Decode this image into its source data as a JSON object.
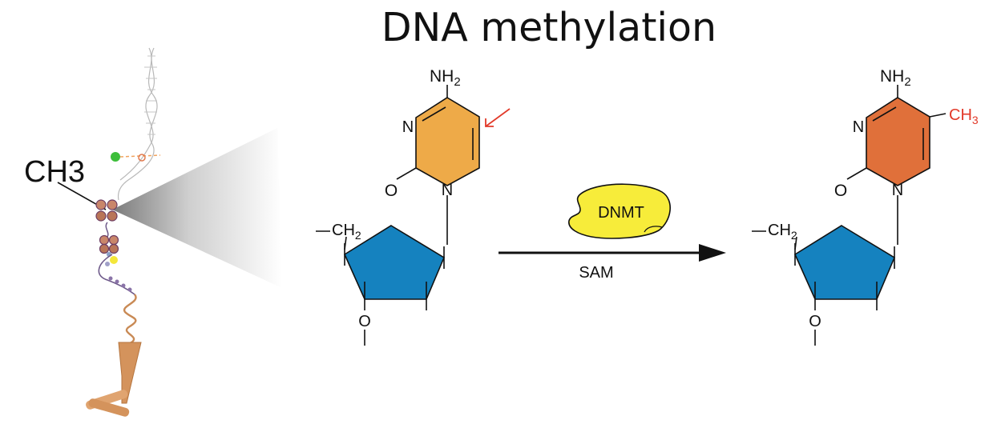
{
  "title": "DNA methylation",
  "chromatin_label": "CH3",
  "left_molecule": {
    "amine": "NH",
    "amine_sub": "2",
    "ring_n_top": "N",
    "ring_n_bottom": "N",
    "carbonyl_o": "O",
    "ch2": "CH",
    "ch2_sub": "2",
    "o_minus": "O"
  },
  "enzyme": {
    "name": "DNMT",
    "cofactor": "SAM"
  },
  "right_molecule": {
    "amine": "NH",
    "amine_sub": "2",
    "ring_n_top": "N",
    "ring_n_bottom": "N",
    "carbonyl_o": "O",
    "methyl": "CH",
    "methyl_sub": "3",
    "ch2": "CH",
    "ch2_sub": "2",
    "o_minus": "O"
  },
  "colors": {
    "cytosine_ring": "#EEAA48",
    "methylcytosine_ring": "#E0703A",
    "sugar": "#1582BF",
    "enzyme": "#F7EC3A",
    "highlight_red": "#E23A2A"
  }
}
